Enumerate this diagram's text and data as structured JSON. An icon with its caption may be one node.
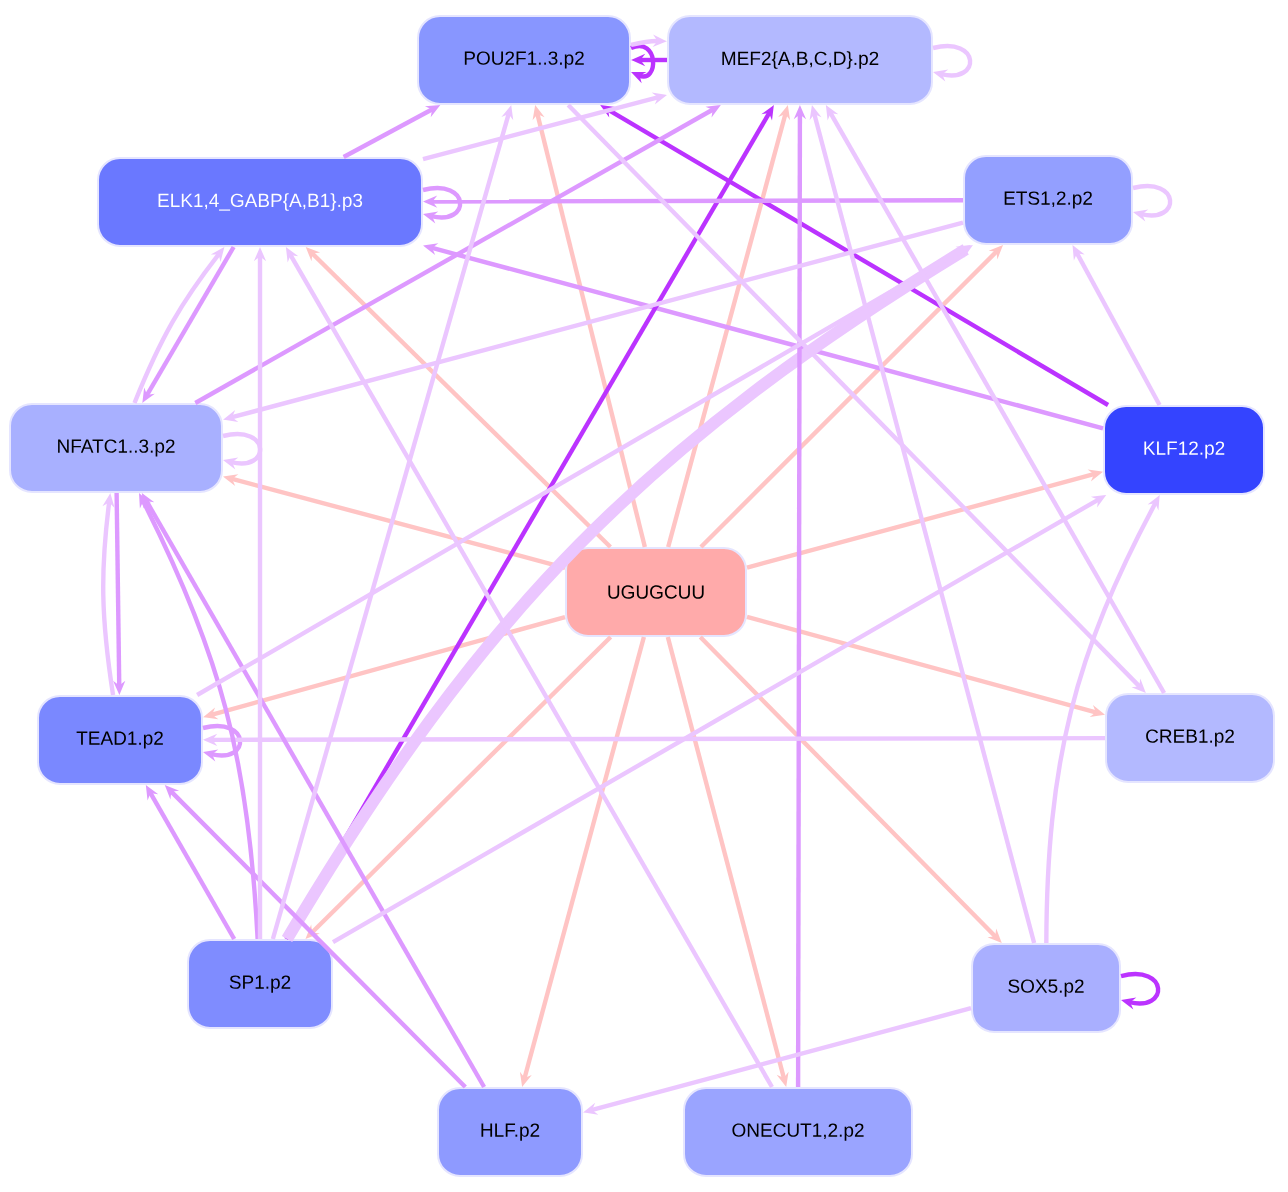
{
  "diagram": {
    "nodes": [
      {
        "text": [
          "POU2F1..3.p2"
        ]
      },
      {
        "text": [
          "MEF2{A,B,C,D}.p2"
        ]
      },
      {
        "text": [
          "ELK1,4_GABP{A,B1}.p3"
        ]
      },
      {
        "text": [
          "ETS1,2.p2"
        ]
      },
      {
        "text": [
          "NFATC1..3.p2"
        ]
      },
      {
        "text": [
          "KLF12.p2"
        ]
      },
      {
        "text": [
          "UGUGCUU"
        ]
      },
      {
        "text": [
          "TEAD1.p2"
        ]
      },
      {
        "text": [
          "CREB1.p2"
        ]
      },
      {
        "text": [
          "SP1.p2"
        ]
      },
      {
        "text": [
          "SOX5.p2"
        ]
      },
      {
        "text": [
          "HLF.p2"
        ]
      },
      {
        "text": [
          "ONECUT1,2.p2"
        ]
      }
    ],
    "edges": [
      {
        "from": 6,
        "to": 0,
        "arrow": "to",
        "color": "#ffc4c4"
      },
      {
        "from": 6,
        "to": 1,
        "arrow": "to",
        "color": "#ffc4c4"
      },
      {
        "from": 6,
        "to": 2,
        "arrow": "to",
        "color": "#ffc4c4"
      },
      {
        "from": 6,
        "to": 3,
        "arrow": "to",
        "color": "#ffc4c4"
      },
      {
        "from": 6,
        "to": 4,
        "arrow": "to",
        "color": "#ffc4c4"
      },
      {
        "from": 6,
        "to": 5,
        "arrow": "to",
        "color": "#ffc4c4"
      },
      {
        "from": 6,
        "to": 7,
        "arrow": "to",
        "color": "#ffc4c4"
      },
      {
        "from": 6,
        "to": 8,
        "arrow": "to",
        "color": "#ffc4c4"
      },
      {
        "from": 6,
        "to": 9,
        "arrow": "to",
        "color": "#ffc4c4"
      },
      {
        "from": 6,
        "to": 10,
        "arrow": "to",
        "color": "#ffc4c4"
      },
      {
        "from": 6,
        "to": 11,
        "arrow": "to",
        "color": "#ffc4c4"
      },
      {
        "from": 6,
        "to": 12,
        "arrow": "to",
        "color": "#ffc4c4"
      },
      {
        "from": 0,
        "to": 0,
        "arrow": "to",
        "color": "#bb33ff"
      },
      {
        "from": 1,
        "to": 1,
        "arrow": "to"
      },
      {
        "from": 2,
        "to": 2,
        "arrow": "to",
        "color": "#dd99ff"
      },
      {
        "from": 3,
        "to": 3,
        "arrow": "to"
      },
      {
        "from": 4,
        "to": 4,
        "arrow": "to"
      },
      {
        "from": 7,
        "to": 7,
        "arrow": "to",
        "color": "#dd99ff"
      },
      {
        "from": 10,
        "to": 10,
        "arrow": "to",
        "color": "#bb33ff"
      },
      {
        "from": 1,
        "to": 0,
        "arrow": "to",
        "color": "#bb33ff"
      },
      {
        "from": 0,
        "to": 1,
        "arrow": "to"
      },
      {
        "from": 5,
        "to": 0,
        "arrow": "to",
        "color": "#bb33ff"
      },
      {
        "from": 5,
        "to": 2,
        "arrow": "to",
        "color": "#dd99ff"
      },
      {
        "from": 9,
        "to": 1,
        "arrow": "to",
        "color": "#bb33ff"
      },
      {
        "from": 9,
        "to": 3,
        "arrow": "to",
        "style": "thick"
      },
      {
        "from": 12,
        "to": 1,
        "arrow": "to",
        "color": "#dd99ff"
      },
      {
        "from": 2,
        "to": 0,
        "arrow": "to",
        "color": "#dd99ff"
      },
      {
        "from": 2,
        "to": 4,
        "arrow": "to",
        "color": "#dd99ff"
      },
      {
        "from": 4,
        "to": 2,
        "arrow": "to"
      },
      {
        "from": 3,
        "to": 2,
        "arrow": "to",
        "color": "#dd99ff"
      },
      {
        "from": 3,
        "to": 4,
        "arrow": "to"
      },
      {
        "from": 4,
        "to": 1,
        "arrow": "to",
        "color": "#dd99ff"
      },
      {
        "from": 2,
        "to": 1,
        "arrow": "to"
      },
      {
        "from": 8,
        "to": 7,
        "arrow": "to"
      },
      {
        "from": 8,
        "to": 1,
        "arrow": "to"
      },
      {
        "from": 10,
        "to": 1,
        "arrow": "to"
      },
      {
        "from": 10,
        "to": 5,
        "arrow": "to"
      },
      {
        "from": 10,
        "to": 11,
        "arrow": "to"
      },
      {
        "from": 5,
        "to": 3,
        "arrow": "to"
      },
      {
        "from": 11,
        "to": 4,
        "arrow": "to",
        "color": "#dd99ff"
      },
      {
        "from": 11,
        "to": 7,
        "arrow": "to",
        "color": "#dd99ff"
      },
      {
        "from": 9,
        "to": 7,
        "arrow": "to",
        "color": "#dd99ff"
      },
      {
        "from": 9,
        "to": 4,
        "arrow": "to",
        "color": "#dd99ff"
      },
      {
        "from": 9,
        "to": 0,
        "arrow": "to"
      },
      {
        "from": 9,
        "to": 2,
        "arrow": "to"
      },
      {
        "from": 9,
        "to": 5,
        "arrow": "to"
      },
      {
        "from": 4,
        "to": 7,
        "arrow": "to",
        "color": "#dd99ff"
      },
      {
        "from": 7,
        "to": 4,
        "arrow": "to"
      },
      {
        "from": 12,
        "to": 2,
        "arrow": "to"
      },
      {
        "from": 0,
        "to": 8,
        "arrow": "to"
      },
      {
        "from": 7,
        "to": 3,
        "arrow": "to"
      }
    ]
  }
}
